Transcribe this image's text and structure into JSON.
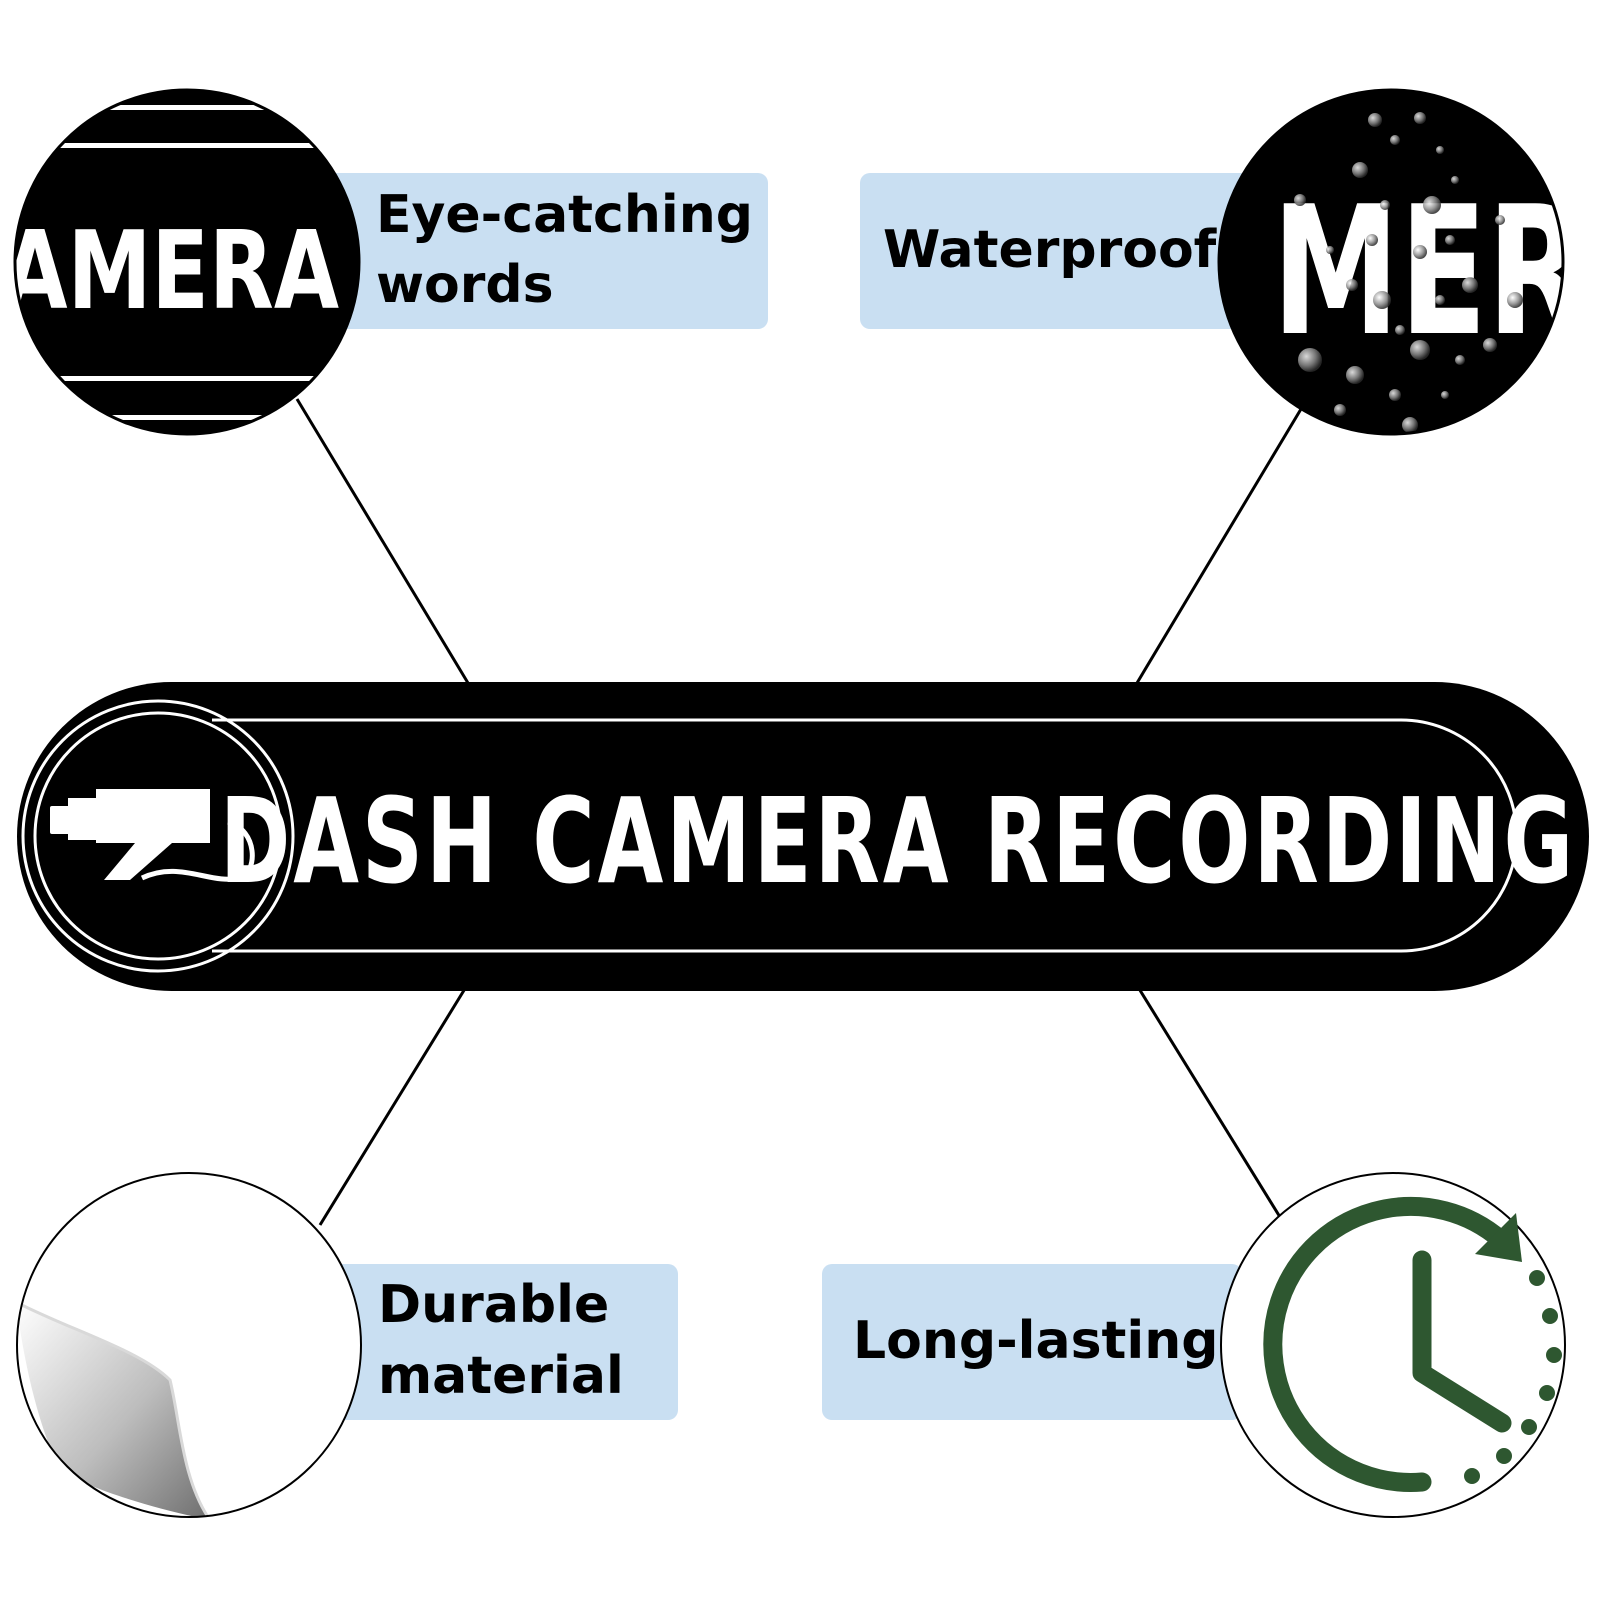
{
  "colors": {
    "background": "#ffffff",
    "label_box": "#c9dff2",
    "sign_black": "#000000",
    "sign_text": "#ffffff",
    "clock_green": "#2e5730",
    "connector_line": "#000000"
  },
  "main_sign": {
    "text": "DASH CAMERA RECORDING",
    "icon": "security-camera-icon"
  },
  "features": [
    {
      "label": "Eye-catching\nwords",
      "line1": "Eye-catching",
      "line2": "words",
      "detail_text": "AMERA"
    },
    {
      "label": "Waterproof",
      "line1": "Waterproof",
      "detail_text": "MERA",
      "icon": "water-droplets-icon"
    },
    {
      "label": "Durable\nmaterial",
      "line1": "Durable",
      "line2": "material",
      "icon": "peeling-sticker-icon"
    },
    {
      "label": "Long-lasting",
      "line1": "Long-lasting",
      "icon": "clock-arrow-icon"
    }
  ]
}
